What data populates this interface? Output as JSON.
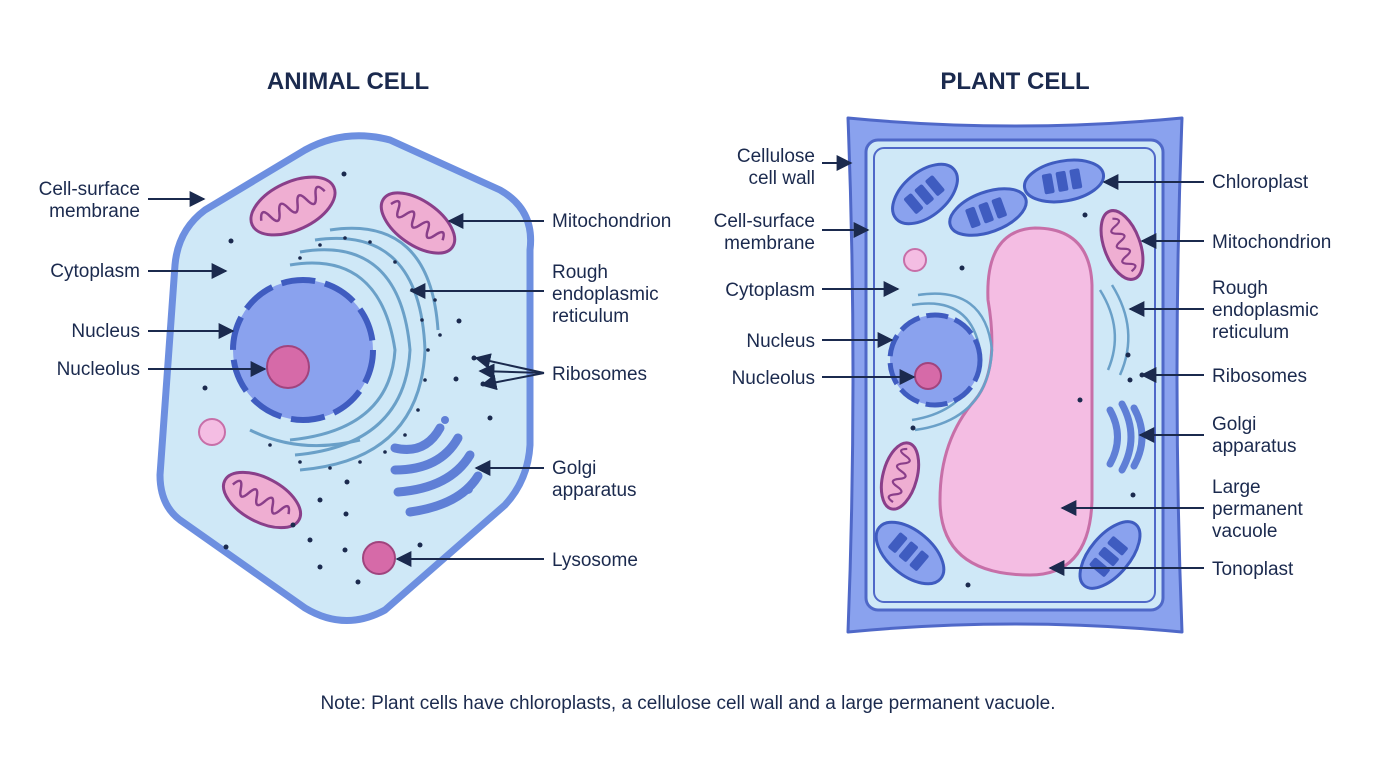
{
  "colors": {
    "ink": "#1b2a4e",
    "membrane": "#6d8fe0",
    "cytoplasm": "#cfe8f7",
    "nucleus": "#8aa2ee",
    "nucleolus": "#d66aa8",
    "mito_fill": "#efaed2",
    "vacuole": "#f4bde3",
    "chloroplast": "#5f7fd6"
  },
  "animal": {
    "title": "ANIMAL CELL",
    "labels": {
      "membrane": [
        "Cell-surface",
        "membrane"
      ],
      "mitochondrion": [
        "Mitochondrion"
      ],
      "cytoplasm": [
        "Cytoplasm"
      ],
      "rer": [
        "Rough",
        "endoplasmic",
        "reticulum"
      ],
      "nucleus": [
        "Nucleus"
      ],
      "nucleolus": [
        "Nucleolus"
      ],
      "ribosomes": [
        "Ribosomes"
      ],
      "golgi": [
        "Golgi",
        "apparatus"
      ],
      "lysosome": [
        "Lysosome"
      ]
    }
  },
  "plant": {
    "title": "PLANT CELL",
    "labels": {
      "wall": [
        "Cellulose",
        "cell wall"
      ],
      "membrane": [
        "Cell-surface",
        "membrane"
      ],
      "cytoplasm": [
        "Cytoplasm"
      ],
      "nucleus": [
        "Nucleus"
      ],
      "nucleolus": [
        "Nucleolus"
      ],
      "chloroplast": [
        "Chloroplast"
      ],
      "mitochondrion": [
        "Mitochondrion"
      ],
      "rer": [
        "Rough",
        "endoplasmic",
        "reticulum"
      ],
      "ribosomes": [
        "Ribosomes"
      ],
      "golgi": [
        "Golgi",
        "apparatus"
      ],
      "vacuole": [
        "Large",
        "permanent",
        "vacuole"
      ],
      "tonoplast": [
        "Tonoplast"
      ]
    }
  },
  "note": "Note: Plant cells have chloroplasts, a cellulose cell wall and a large permanent vacuole."
}
